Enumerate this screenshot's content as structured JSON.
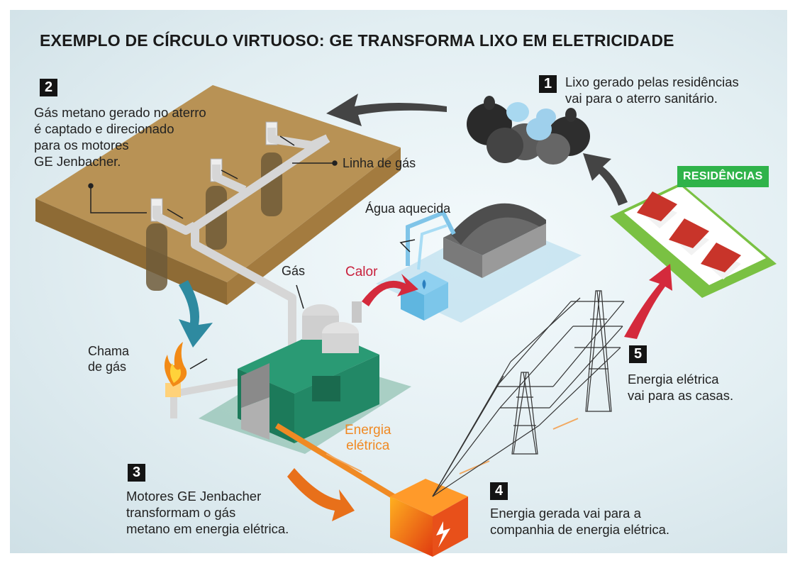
{
  "title": "EXEMPLO DE CÍRCULO VIRTUOSO: GE TRANSFORMA LIXO EM ELETRICIDADE",
  "steps": [
    {
      "number": "1",
      "text": "Lixo gerado pelas residências\nvai para o aterro sanitário."
    },
    {
      "number": "2",
      "text": "Gás metano gerado no aterro\né captado e direcionado\npara os motores\nGE Jenbacher."
    },
    {
      "number": "3",
      "text": "Motores GE Jenbacher\ntransformam o gás\nmetano em energia elétrica."
    },
    {
      "number": "4",
      "text": "Energia gerada vai para a\ncompanhia de energia elétrica."
    },
    {
      "number": "5",
      "text": "Energia elétrica\nvai para as casas."
    }
  ],
  "labels": {
    "gas_line": "Linha de gás",
    "heated_water": "Água aquecida",
    "heat": "Calor",
    "gas": "Gás",
    "gas_flame": "Chama\nde gás",
    "electric_energy": "Energia\nelétrica",
    "residences": "RESIDÊNCIAS"
  },
  "colors": {
    "landfill": "#b08a4e",
    "engine": "#1f8a67",
    "residences_tag": "#2fb34a",
    "roof": "#c8342a",
    "heat_arrow": "#d42a3c",
    "energy_arrow": "#f08a24",
    "substation": "#e8501a"
  }
}
